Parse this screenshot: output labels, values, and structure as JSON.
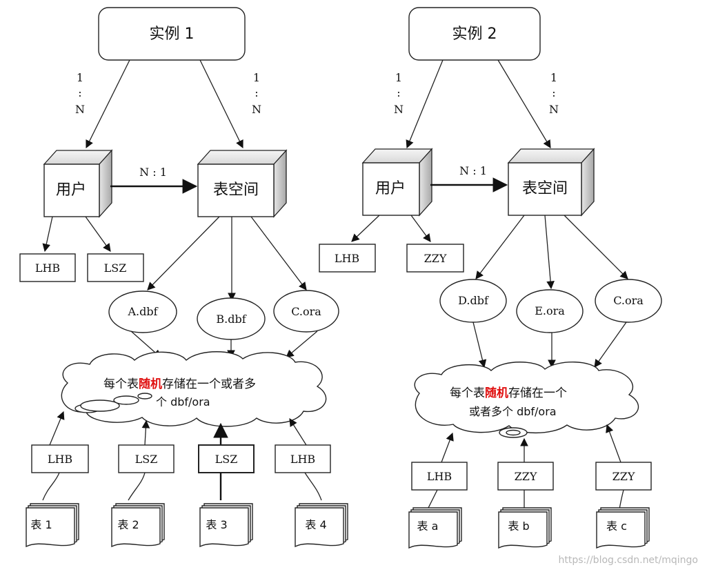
{
  "instance1": {
    "title": "实例 1",
    "ratio_user": [
      "1",
      ":",
      "N"
    ],
    "ratio_ts": [
      "1",
      ":",
      "N"
    ],
    "user_label": "用户",
    "ts_label": "表空间",
    "rel_label": "N : 1",
    "users": [
      "LHB",
      "LSZ"
    ],
    "files": [
      "A.dbf",
      "B.dbf",
      "C.ora"
    ],
    "cloud": {
      "line1_a": "每个表",
      "line1_b": "随机",
      "line1_c": "存储在一个或者多",
      "line2": "个 dbf/ora"
    },
    "owners": [
      "LHB",
      "LSZ",
      "LSZ",
      "LHB"
    ],
    "tables": [
      "表 1",
      "表 2",
      "表 3",
      "表 4"
    ]
  },
  "instance2": {
    "title": "实例 2",
    "ratio_user": [
      "1",
      ":",
      "N"
    ],
    "ratio_ts": [
      "1",
      ":",
      "N"
    ],
    "user_label": "用户",
    "ts_label": "表空间",
    "rel_label": "N : 1",
    "users": [
      "LHB",
      "ZZY"
    ],
    "files": [
      "D.dbf",
      "E.ora",
      "C.ora"
    ],
    "cloud": {
      "line1_a": "每个表",
      "line1_b": "随机",
      "line1_c": "存储在一个",
      "line2": "或者多个 dbf/ora"
    },
    "owners": [
      "LHB",
      "ZZY",
      "ZZY"
    ],
    "tables": [
      "表 a",
      "表 b",
      "表 c"
    ]
  },
  "watermark": "https://blog.csdn.net/mqingo",
  "colors": {
    "highlight": "#e01010",
    "line": "#222222",
    "cube_side": "#c8c8c8"
  }
}
